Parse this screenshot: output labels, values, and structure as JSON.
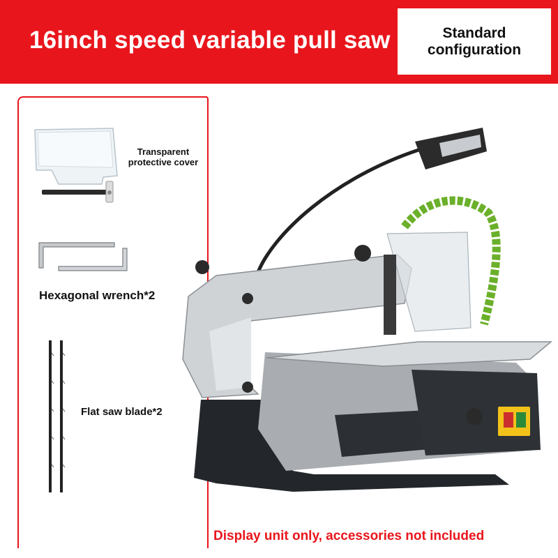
{
  "banner": {
    "title": "16inch speed variable pull saw",
    "config_label": "Standard configuration",
    "color": "#e8161c"
  },
  "accessories": [
    {
      "label": "Transparent protective cover",
      "icon": "protective-cover-icon"
    },
    {
      "label": "Hexagonal wrench*2",
      "icon": "hex-wrench-icon"
    },
    {
      "label": "Flat saw blade*2",
      "icon": "saw-blade-icon"
    }
  ],
  "product": {
    "icon": "scroll-saw-machine-icon"
  },
  "footer": {
    "note": "Display unit only, accessories not included"
  }
}
